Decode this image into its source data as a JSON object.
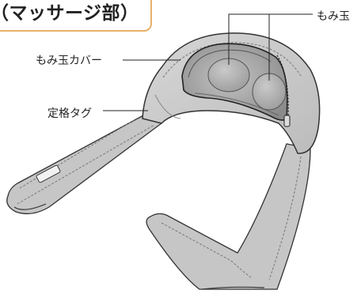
{
  "section_title": "（マッサージ部）",
  "callouts": {
    "massage_balls": "もみ玉",
    "ball_cover": "もみ玉カバー",
    "rating_tag": "定格タグ"
  }
}
